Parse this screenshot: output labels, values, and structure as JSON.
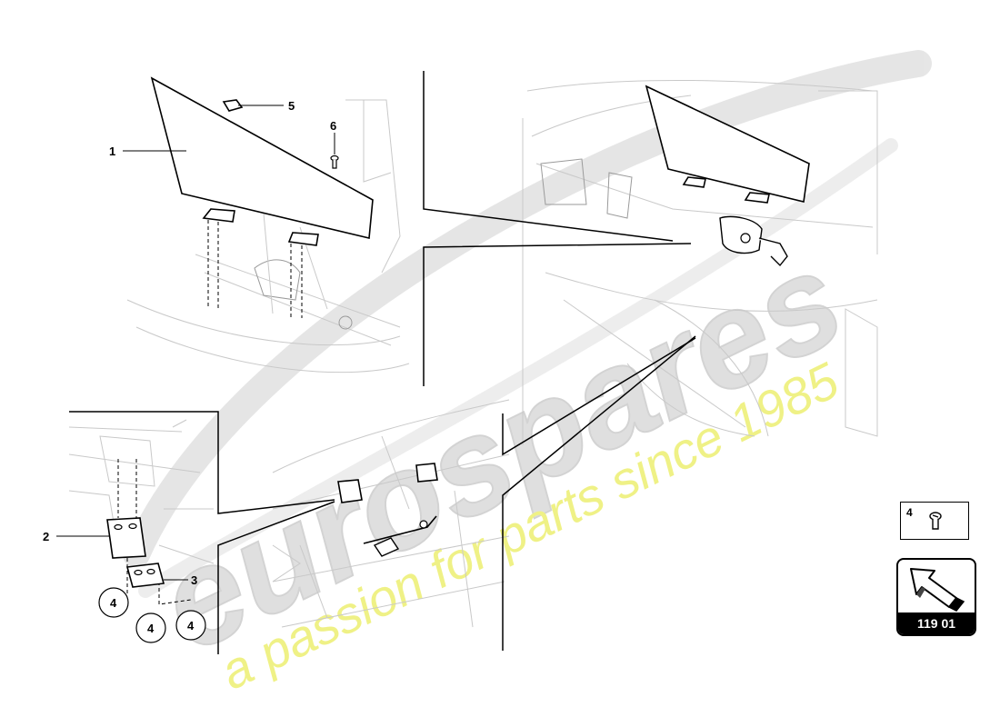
{
  "callouts": {
    "c1": "1",
    "c2": "2",
    "c3": "3",
    "c4a": "4",
    "c4b": "4",
    "c4c": "4",
    "c5": "5",
    "c6": "6"
  },
  "legend": {
    "part_number": "4",
    "icon": "bolt-icon"
  },
  "reference": {
    "page_code": "119 01",
    "icon": "arrow-icon"
  },
  "watermark": {
    "brand": "eurospares",
    "tagline": "a passion for parts since 1985"
  },
  "colors": {
    "line": "#000000",
    "ghost": "#c9c9c9",
    "watermark_grey": "#dcdcdc",
    "watermark_yellow": "#eef07a"
  }
}
